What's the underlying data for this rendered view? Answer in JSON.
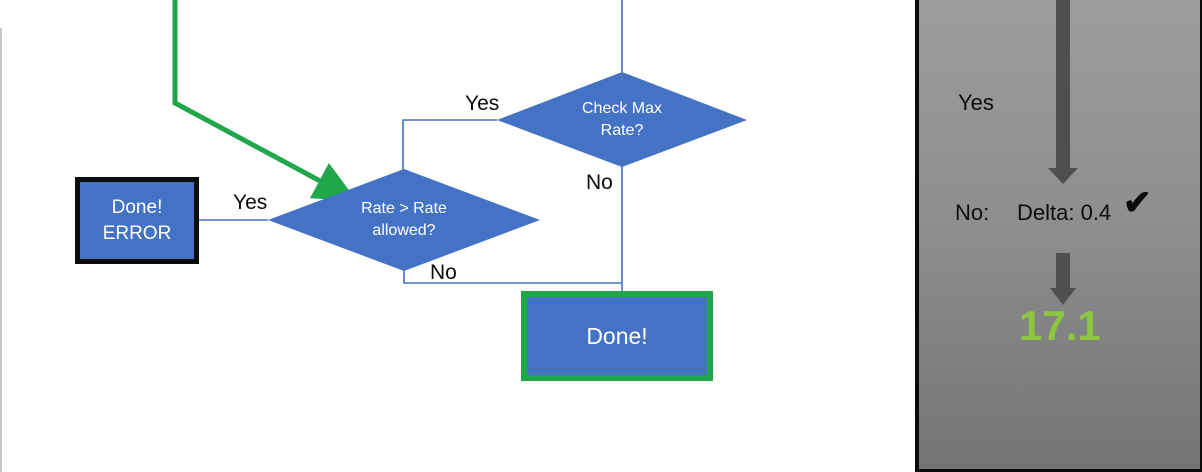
{
  "flowchart": {
    "decision_check_max_rate": {
      "text": "Check Max Rate?"
    },
    "decision_rate_allowed": {
      "text": "Rate > Rate allowed?"
    },
    "terminator_done_error": {
      "line1": "Done!",
      "line2": "ERROR"
    },
    "terminator_done": {
      "text": "Done!"
    },
    "labels": {
      "check_max_yes": "Yes",
      "check_max_no": "No",
      "rate_allowed_yes": "Yes",
      "rate_allowed_no": "No"
    }
  },
  "side_panel": {
    "yes_label": "Yes",
    "no_label": "No:",
    "delta_value": "Delta: 0.4",
    "check_icon": "✔",
    "result_value": "17.1"
  },
  "colors": {
    "shape_blue": "#4472C4",
    "flow_green": "#1FA74A",
    "result_green": "#8DC63F",
    "arrow_gray": "#4F4F4F",
    "panel_gray_top": "#9C9C9C",
    "panel_gray_bottom": "#747474"
  }
}
